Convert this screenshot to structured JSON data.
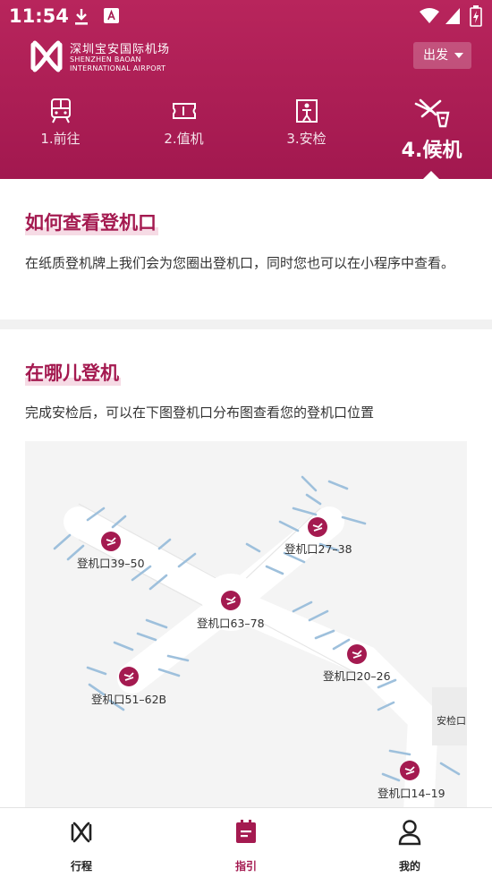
{
  "status_bar": {
    "time": "11:54"
  },
  "header": {
    "logo_cn": "深圳宝安国际机场",
    "logo_en_line1": "SHENZHEN BAOAN",
    "logo_en_line2": "INTERNATIONAL AIRPORT",
    "direction_select": "出发"
  },
  "steps": [
    {
      "label": "1.前往",
      "icon": "train-icon"
    },
    {
      "label": "2.值机",
      "icon": "ticket-icon"
    },
    {
      "label": "3.安检",
      "icon": "security-check-icon"
    },
    {
      "label": "4.候机",
      "icon": "departure-plane-icon",
      "active": true
    }
  ],
  "section1": {
    "title": "如何查看登机口",
    "text": "在纸质登机牌上我们会为您圈出登机口，同时您也可以在小程序中查看。"
  },
  "section2": {
    "title": "在哪儿登机",
    "text": "完成安检后，可以在下图登机口分布图查看您的登机口位置",
    "map_labels": {
      "g39_50": "登机口39–50",
      "g27_38": "登机口27–38",
      "g63_78": "登机口63–78",
      "g20_26": "登机口20–26",
      "g51_62b": "登机口51–62B",
      "security": "安检口",
      "g14_19": "登机口14–19"
    }
  },
  "tabbar": {
    "items": [
      {
        "label": "行程",
        "icon": "airport-logo-icon"
      },
      {
        "label": "指引",
        "icon": "guide-calendar-icon",
        "active": true
      },
      {
        "label": "我的",
        "icon": "user-icon"
      }
    ]
  },
  "colors": {
    "brand": "#a41a50",
    "highlight": "#f6dbe5"
  }
}
